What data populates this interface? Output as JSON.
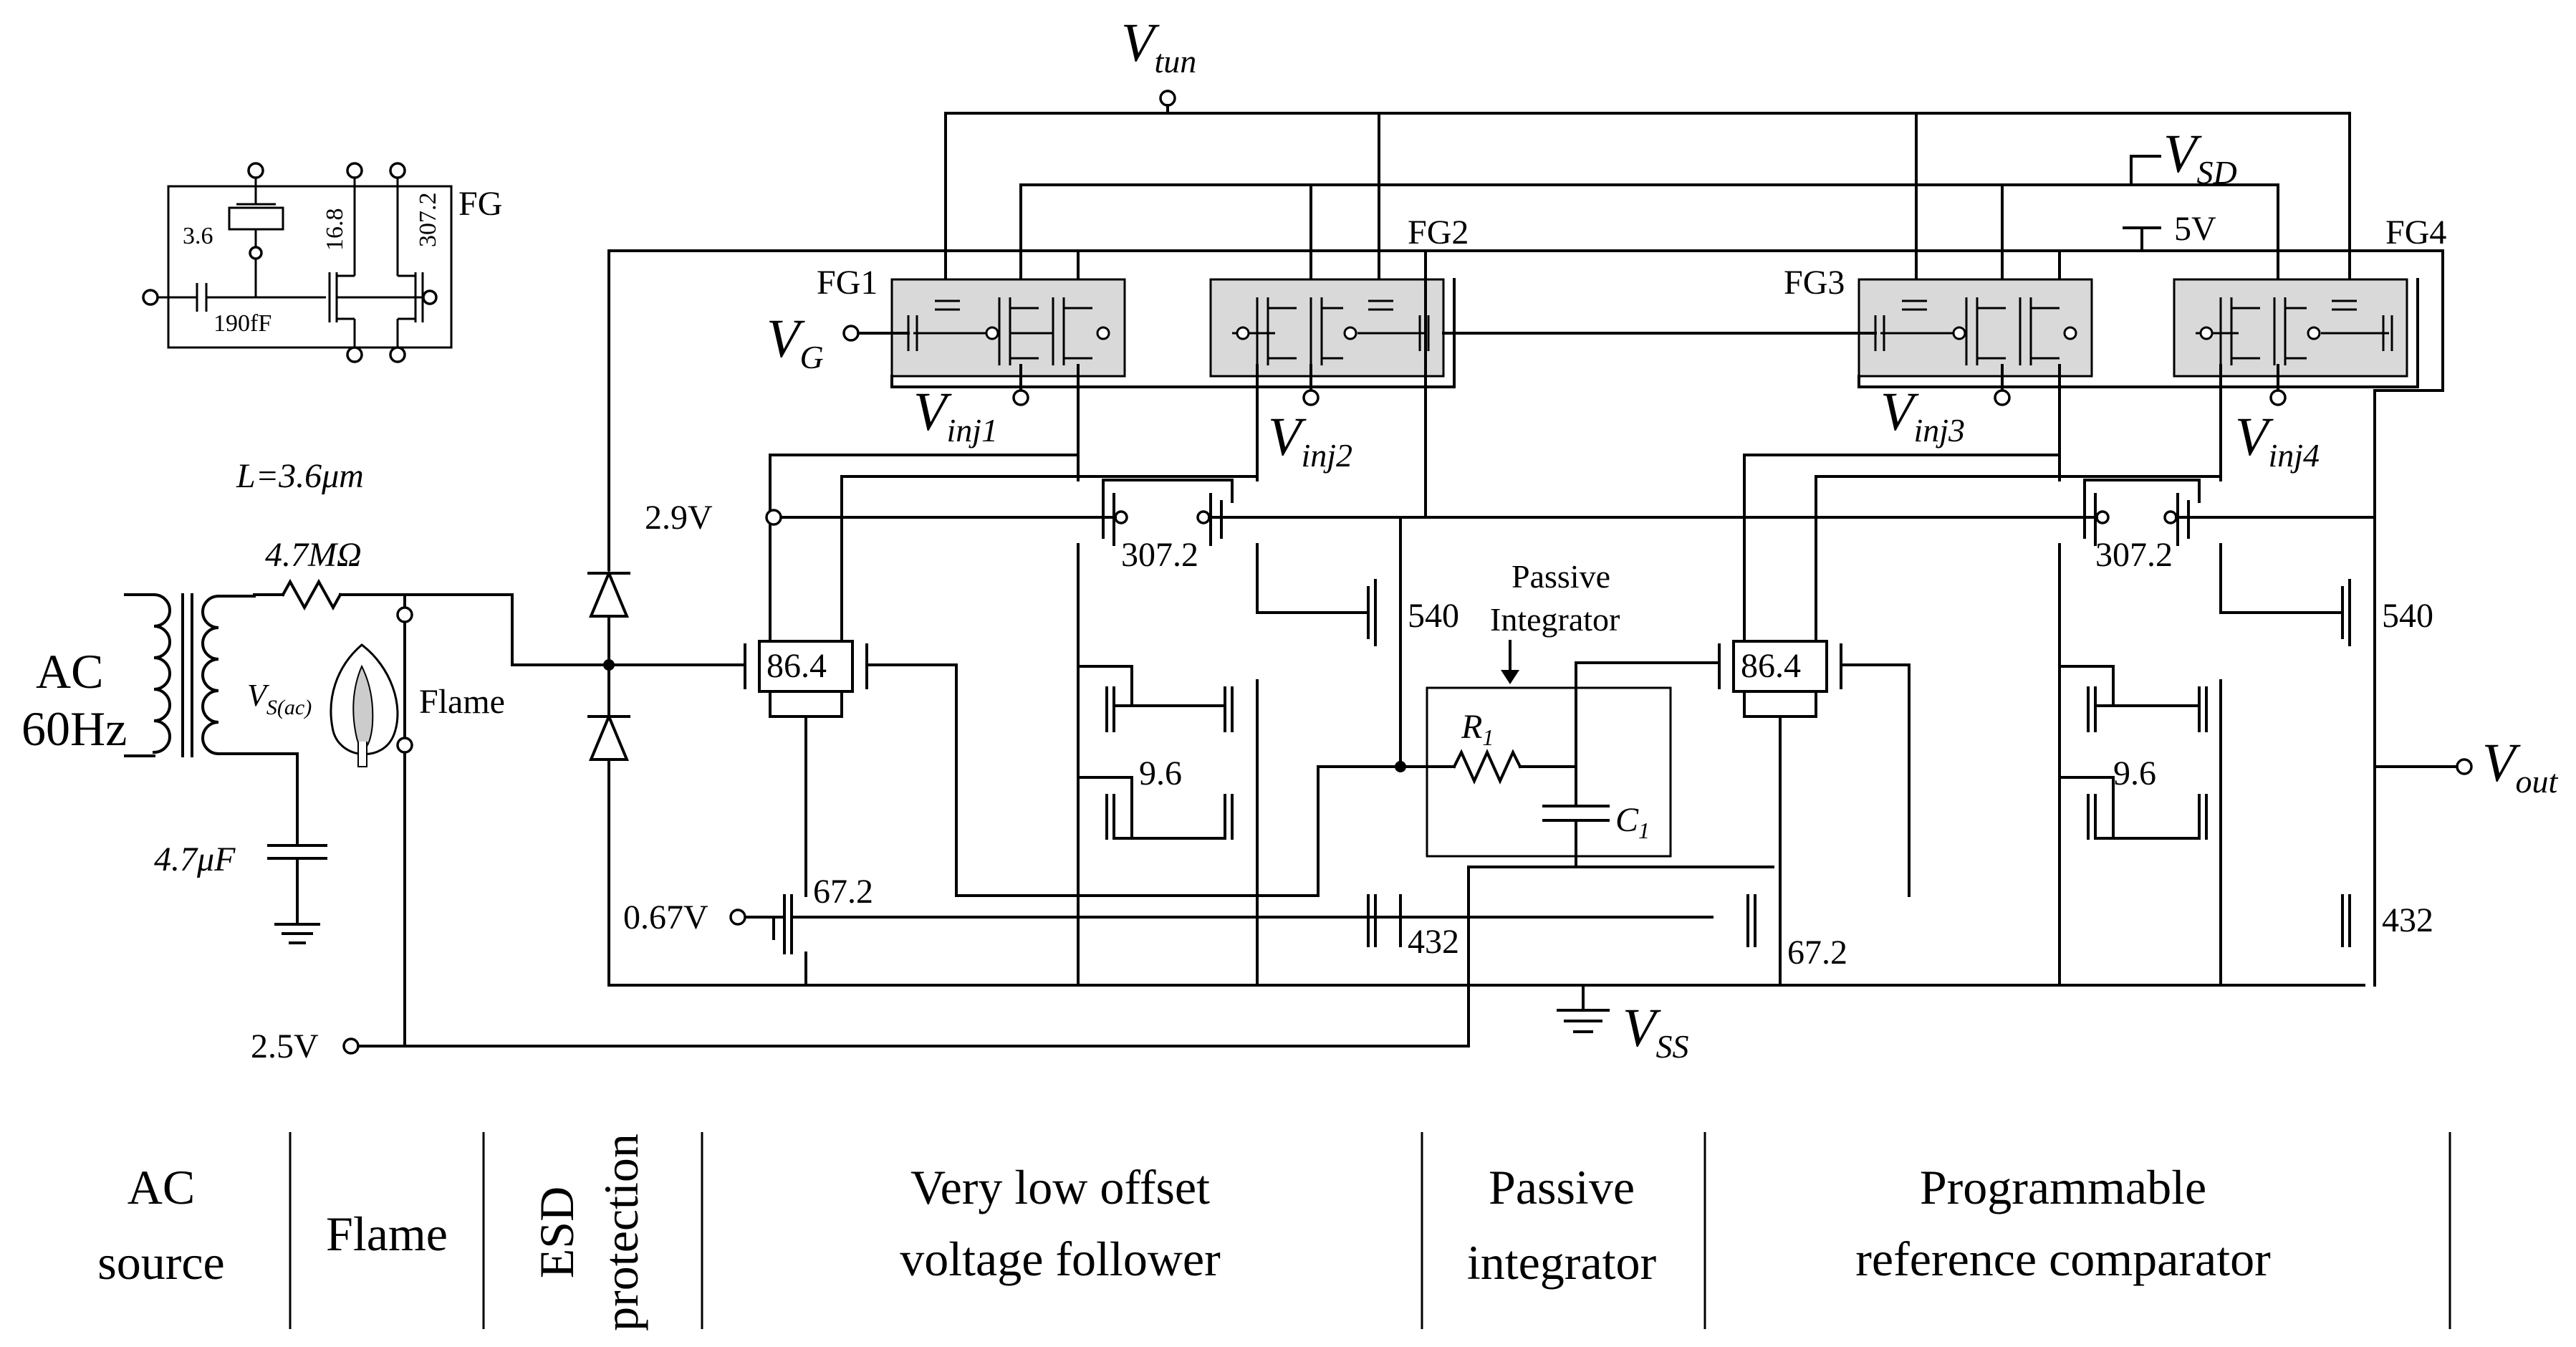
{
  "diagram": {
    "nodes": {
      "vtun": "V",
      "vtun_sub": "tun",
      "vsd": "V",
      "vsd_sub": "SD",
      "v5": "5V",
      "vg": "V",
      "vg_sub": "G",
      "vout": "V",
      "vout_sub": "out",
      "vss": "V",
      "vss_sub": "SS",
      "v29": "2.9V",
      "v067": "0.67V",
      "v25": "2.5V"
    },
    "fg_labels": [
      "FG1",
      "FG2",
      "FG3",
      "FG4"
    ],
    "injectors": [
      {
        "main": "V",
        "sub": "inj1"
      },
      {
        "main": "V",
        "sub": "inj2"
      },
      {
        "main": "V",
        "sub": "inj3"
      },
      {
        "main": "V",
        "sub": "inj4"
      }
    ],
    "inset": {
      "label": "FG",
      "cap_value": "3.6",
      "w1": "16.8",
      "w2": "307.2",
      "cin": "190fF",
      "length": "L=3.6μm"
    },
    "source": {
      "ac_line1": "AC",
      "ac_line2": "60Hz",
      "resistor": "4.7MΩ",
      "capacitor": "4.7μF",
      "vs_main": "V",
      "vs_sub": "S(ac)",
      "flame": "Flame"
    },
    "transistor_sizes": {
      "pmos_left": "307.2",
      "pmos_right": "307.2",
      "diff_left": "86.4",
      "diff_right": "86.4",
      "mirror_left": "9.6",
      "mirror_right": "9.6",
      "out_left": "540",
      "out_right": "540",
      "tail_left": "67.2",
      "tail_right": "67.2",
      "sink_left": "432",
      "sink_right": "432"
    },
    "integrator": {
      "title_line1": "Passive",
      "title_line2": "Integrator",
      "r": "R",
      "r_sub": "1",
      "c": "C",
      "c_sub": "1"
    }
  },
  "sections": [
    {
      "id": "ac",
      "line1": "AC",
      "line2": "source"
    },
    {
      "id": "flame",
      "line1": "Flame",
      "line2": ""
    },
    {
      "id": "esd",
      "line1": "ESD",
      "line2": "protection"
    },
    {
      "id": "follower",
      "line1": "Very low offset",
      "line2": "voltage follower"
    },
    {
      "id": "integrator",
      "line1": "Passive",
      "line2": "integrator"
    },
    {
      "id": "comparator",
      "line1": "Programmable",
      "line2": "reference comparator"
    }
  ]
}
